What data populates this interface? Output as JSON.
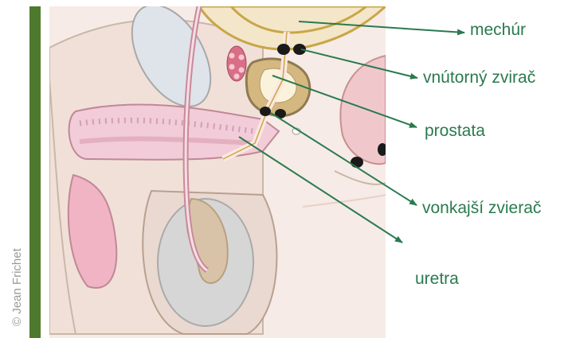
{
  "credit": "© Jean Frichet",
  "labels": {
    "bladder": "mechúr",
    "internal_sphincter": "vnútorný zvirač",
    "prostate": "prostata",
    "external_sphincter": "vonkajší zvierač",
    "urethra": "uretra"
  },
  "colors": {
    "label_text": "#2a7a4e",
    "arrow": "#2a7a4e",
    "side_bar": "#4e7a2e",
    "credit": "#9a9a9a"
  }
}
